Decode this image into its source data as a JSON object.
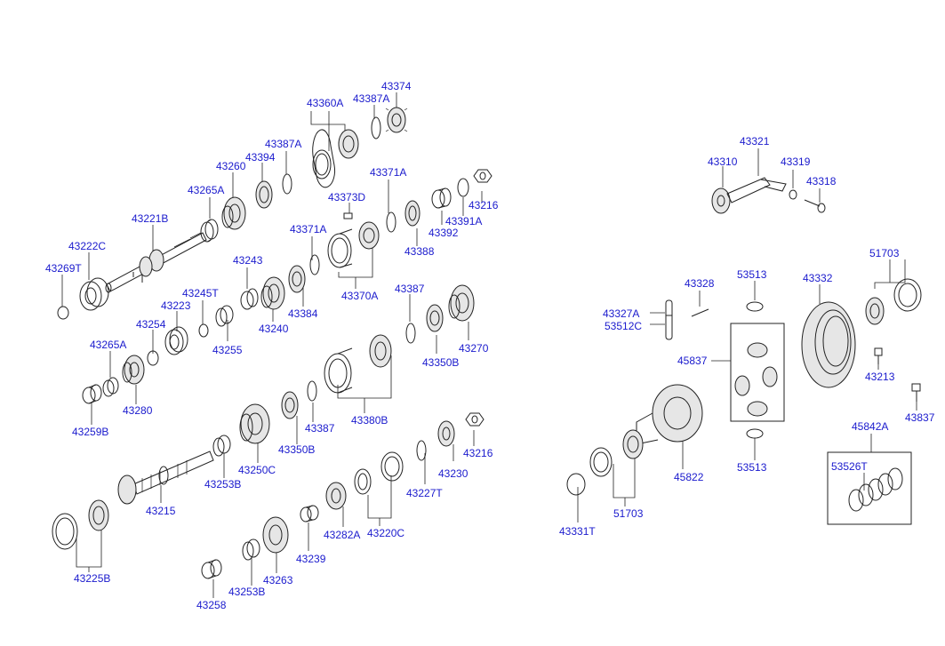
{
  "parts": {
    "p43374": "43374",
    "p43360A": "43360A",
    "p43387A_1": "43387A",
    "p43387A_2": "43387A",
    "p43394": "43394",
    "p43260": "43260",
    "p43265A_1": "43265A",
    "p43221B": "43221B",
    "p43222C": "43222C",
    "p43269T": "43269T",
    "p43371A_1": "43371A",
    "p43371A_2": "43371A",
    "p43373D": "43373D",
    "p43216_1": "43216",
    "p43392": "43392",
    "p43391A": "43391A",
    "p43388": "43388",
    "p43243": "43243",
    "p43245T": "43245T",
    "p43223": "43223",
    "p43254": "43254",
    "p43265A_2": "43265A",
    "p43255": "43255",
    "p43240": "43240",
    "p43384": "43384",
    "p43370A": "43370A",
    "p43387_1": "43387",
    "p43350B_1": "43350B",
    "p43270": "43270",
    "p43259B": "43259B",
    "p43280": "43280",
    "p43380B": "43380B",
    "p43387_2": "43387",
    "p43350B_2": "43350B",
    "p43250C": "43250C",
    "p43253B_1": "43253B",
    "p43216_2": "43216",
    "p43230": "43230",
    "p43227T": "43227T",
    "p43215": "43215",
    "p43220C": "43220C",
    "p43282A": "43282A",
    "p43239": "43239",
    "p43225B": "43225B",
    "p43263": "43263",
    "p43253B_2": "43253B",
    "p43258": "43258",
    "p43321": "43321",
    "p43310": "43310",
    "p43319": "43319",
    "p43318": "43318",
    "p51703_1": "51703",
    "p53513_1": "53513",
    "p43328": "43328",
    "p43332": "43332",
    "p43327A": "43327A",
    "p53512C": "53512C",
    "p45837": "45837",
    "p43213": "43213",
    "p43837": "43837",
    "p45842A": "45842A",
    "p53526T": "53526T",
    "p53513_2": "53513",
    "p45822": "45822",
    "p51703_2": "51703",
    "p43331T": "43331T"
  }
}
